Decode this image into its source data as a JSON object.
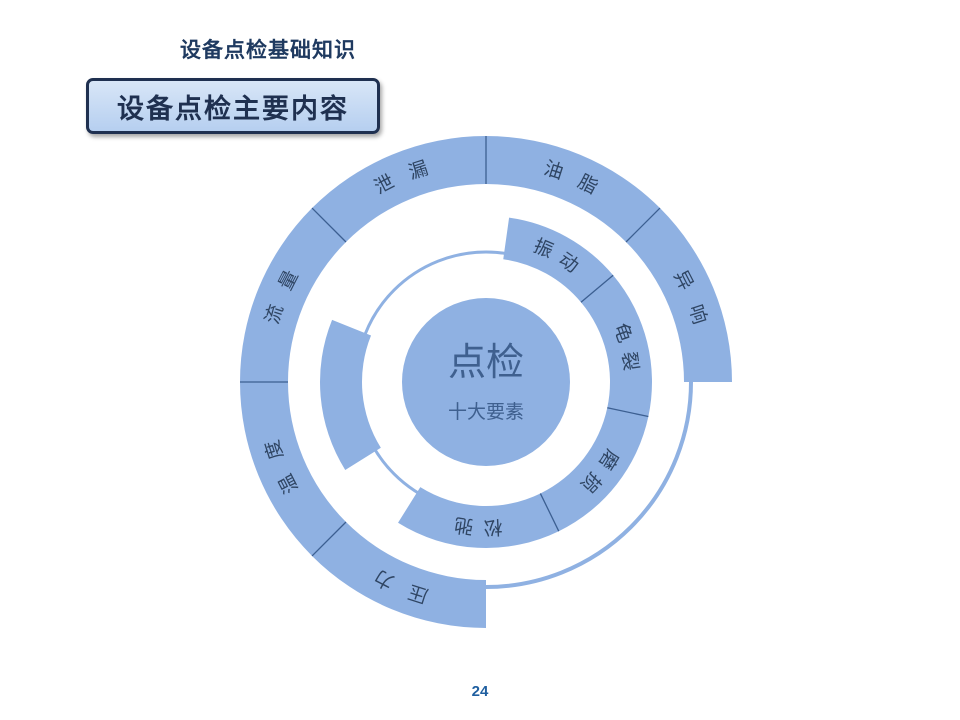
{
  "header": {
    "title": "设备点检基础知识"
  },
  "section": {
    "title": "设备点检主要内容"
  },
  "center": {
    "main": "点检",
    "sub": "十大要素"
  },
  "outer_ring": [
    "压力",
    "温度",
    "流量",
    "泄漏",
    "油脂",
    "异响"
  ],
  "inner_ring": [
    "振动",
    "龟裂",
    "磨损",
    "松弛",
    ""
  ],
  "colors": {
    "segment": "#8fb1e2",
    "divider": "#3c5f91",
    "text": "#2f4563",
    "center_text": "#3f608f"
  },
  "footer": {
    "page_number": "24"
  }
}
